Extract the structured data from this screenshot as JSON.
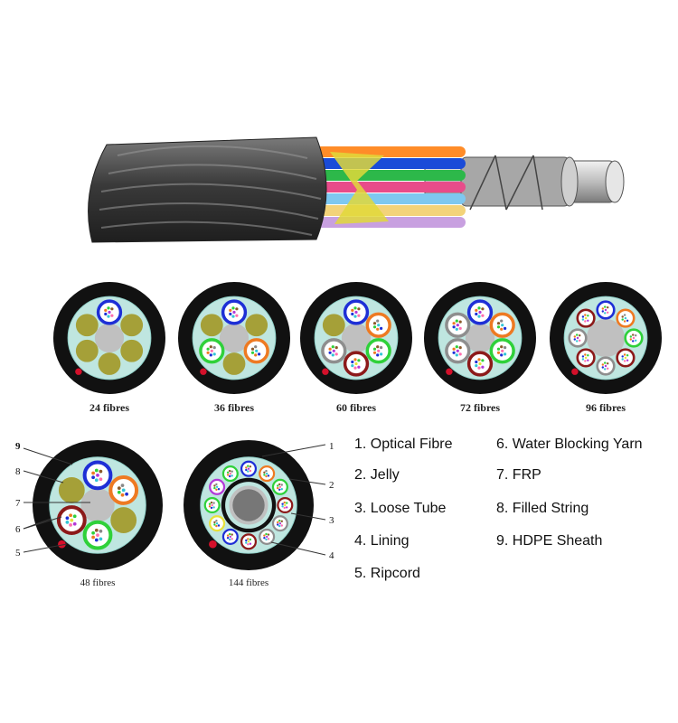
{
  "cross_sections": [
    {
      "caption": "24 fibres"
    },
    {
      "caption": "36 fibres"
    },
    {
      "caption": "60 fibres"
    },
    {
      "caption": "72 fibres"
    },
    {
      "caption": "96 fibres"
    },
    {
      "caption": "48 fibres"
    },
    {
      "caption": "144 fibres"
    }
  ],
  "left_callouts": [
    "9",
    "8",
    "7",
    "6",
    "5"
  ],
  "right_callouts": [
    "1",
    "2",
    "3",
    "4"
  ],
  "legend": [
    {
      "label": "1. Optical Fibre"
    },
    {
      "label": "2. Jelly"
    },
    {
      "label": "3. Loose Tube"
    },
    {
      "label": "4. Lining"
    },
    {
      "label": "5. Ripcord"
    },
    {
      "label": "6. Water Blocking Yarn"
    },
    {
      "label": "7. FRP"
    },
    {
      "label": "8. Filled String"
    },
    {
      "label": "9. HDPE Sheath"
    }
  ],
  "colors": {
    "sheath": "#111111",
    "lining": "#bfe6e0",
    "filler": "#a5a038",
    "frp": "#c0c0c0",
    "tube_blue": "#1e2fd6",
    "tube_orange": "#ee7a22",
    "tube_green": "#2fd13a",
    "tube_red": "#8c1a1a",
    "tube_grey": "#8e8e8e",
    "tube_purple": "#b338d8",
    "tube_yellow": "#e8e23a",
    "ripcord": "#d4102a"
  }
}
